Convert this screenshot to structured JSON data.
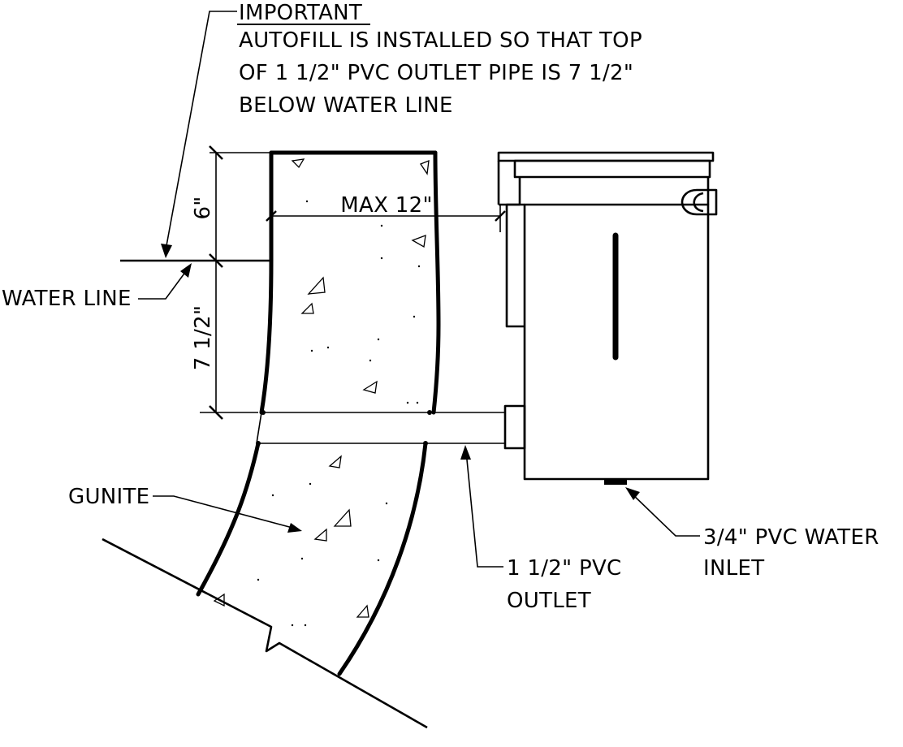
{
  "notes": {
    "heading": "IMPORTANT",
    "line1": "AUTOFILL IS INSTALLED SO THAT TOP",
    "line2": "OF 1 1/2\" PVC OUTLET PIPE IS 7 1/2\"",
    "line3": "BELOW WATER LINE"
  },
  "dimensions": {
    "top_height": "6\"",
    "bottom_height": "7 1/2\"",
    "max_width": "MAX 12\""
  },
  "labels": {
    "water_line": "WATER LINE",
    "gunite": "GUNITE",
    "outlet_line1": "1 1/2\" PVC",
    "outlet_line2": "OUTLET",
    "inlet_line1": "3/4\" PVC WATER",
    "inlet_line2": "INLET"
  }
}
